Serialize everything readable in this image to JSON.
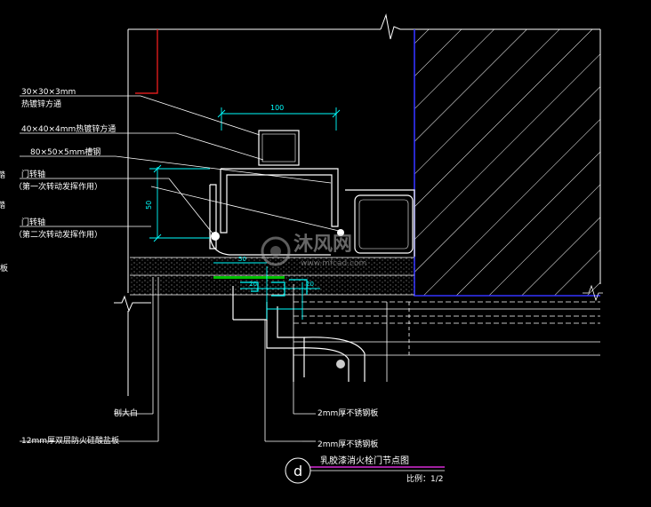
{
  "colors": {
    "background": "#000000",
    "leader": "#ffffff",
    "label_text": "#ffffff",
    "dimension": "#00ffff",
    "steel_outline": "#ffffff",
    "wall_hatch": "#ffffff",
    "wall_border": "#3333ff",
    "red_line": "#ff2020",
    "cyan_plate": "#00ffff",
    "green_strip": "#00c000",
    "magenta_line": "#ff33ff"
  },
  "callouts": {
    "pipe_30_size": "30×30×3mm",
    "pipe_30_name": "热镀锌方通",
    "pipe_40": "40×40×4mm热镀锌方通",
    "channel_80": "80×50×5mm槽钢",
    "pivot_1": "门转轴",
    "pivot_1_note": "（第一次转动发挥作用）",
    "pivot_2": "门转轴",
    "pivot_2_note": "（第二次转动发挥作用）",
    "edge_mark_1": "踏",
    "edge_mark_2": "踏",
    "edge_mark_3": "板",
    "bottom_left_1": "刨大白",
    "bottom_left_2": "12mm厚双层防火硅酸盐板",
    "bottom_right_1": "2mm厚不锈钢板",
    "bottom_right_2": "2mm厚不锈钢板"
  },
  "dimensions": {
    "top_width": "100",
    "left_height": "50",
    "small_1": "50",
    "small_2": "20",
    "small_3": "20"
  },
  "title_block": {
    "symbol": "d",
    "title": "乳胶漆消火栓门节点图",
    "scale": "比例：1/2"
  },
  "watermark": {
    "brand": "沐风网",
    "url": "www.mfcad.com"
  }
}
